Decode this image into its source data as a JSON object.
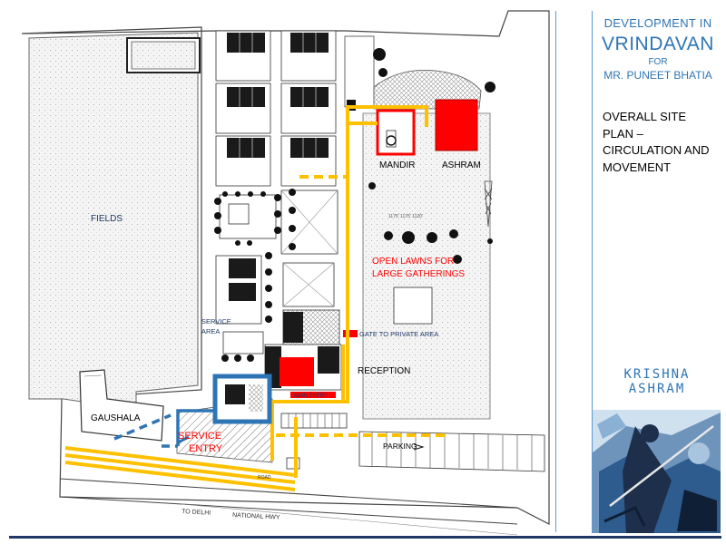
{
  "title": {
    "line1": "DEVELOPMENT IN",
    "line2": "VRINDAVAN",
    "line3": "FOR",
    "line4": "MR. PUNEET BHATIA"
  },
  "subtitle": [
    "OVERALL SITE",
    "PLAN –",
    "CIRCULATION AND",
    "MOVEMENT"
  ],
  "brand": "KRISHNA ASHRAM",
  "labels": {
    "fields": "FIELDS",
    "gaushala": "GAUSHALA",
    "service_entry_1": "SERVICE",
    "service_entry_2": "ENTRY",
    "service_area_1": "SERVICE",
    "service_area_2": "AREA",
    "mandir": "MANDIR",
    "ashram": "ASHRAM",
    "open_lawns_1": "OPEN LAWNS FOR",
    "open_lawns_2": "LARGE GATHERINGS",
    "gate": "GATE TO PRIVATE AREA",
    "reception": "RECEPTION",
    "main_entry": "MAIN ENTRY",
    "parking": "PARKING",
    "to_delhi": "TO  DELHI",
    "national_hwy": "NATIONAL HWY",
    "road": "ROAD",
    "lawn_dims": "1175'  1175'  1120'"
  },
  "colors": {
    "circulation_main": "#ffc000",
    "circulation_service": "#2e75b6",
    "accent_red": "#ff0000",
    "text_blue": "#2e75b6",
    "text_navy": "#1f3864"
  }
}
